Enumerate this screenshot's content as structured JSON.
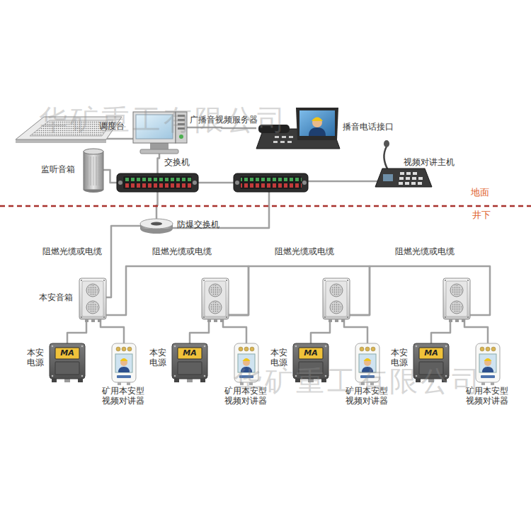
{
  "diagram": {
    "nodes": [
      {
        "text": [
          "调度台",
          "广播音视频服务器"
        ]
      },
      {
        "text": [
          "播音电话接口"
        ]
      },
      {
        "text": [
          "监听音箱"
        ]
      },
      {
        "text": [
          "交换机"
        ]
      },
      {
        "text": [
          "视频对讲主机"
        ]
      },
      {
        "text": [
          "防爆交换机"
        ]
      },
      {
        "text": [
          "本安音箱"
        ]
      },
      {
        "text": [
          "本安 电源"
        ]
      },
      {
        "text": [
          "矿用本安型 视频对讲器"
        ]
      },
      {
        "text": [
          "本安 电源"
        ]
      },
      {
        "text": [
          "矿用本安型 视频对讲器"
        ]
      },
      {
        "text": [
          "本安 电源"
        ]
      },
      {
        "text": [
          "矿用本安型 视频对讲器"
        ]
      },
      {
        "text": [
          "本安 电源"
        ]
      },
      {
        "text": [
          "矿用本安型 视频对讲器"
        ]
      }
    ],
    "edges": [
      {
        "from": 0,
        "to": 1,
        "arrow": "none"
      },
      {
        "from": 0,
        "to": 3,
        "arrow": "none"
      },
      {
        "from": 2,
        "to": 3,
        "arrow": "none"
      },
      {
        "from": 3,
        "to": 5,
        "arrow": "none"
      },
      {
        "from": 5,
        "to": 6,
        "arrow": "none"
      },
      {
        "from": 6,
        "to": 7,
        "arrow": "none"
      },
      {
        "from": 6,
        "to": 8,
        "arrow": "none"
      }
    ],
    "labels": [
      "华矿重工有限公司",
      "阻燃光缆或电缆",
      "阻燃光缆或电缆",
      "阻燃光缆或电缆",
      "阻燃光缆或电缆",
      "地面",
      "井下",
      "MA",
      "MA",
      "MA",
      "MA",
      "华矿重工有限公司"
    ]
  }
}
